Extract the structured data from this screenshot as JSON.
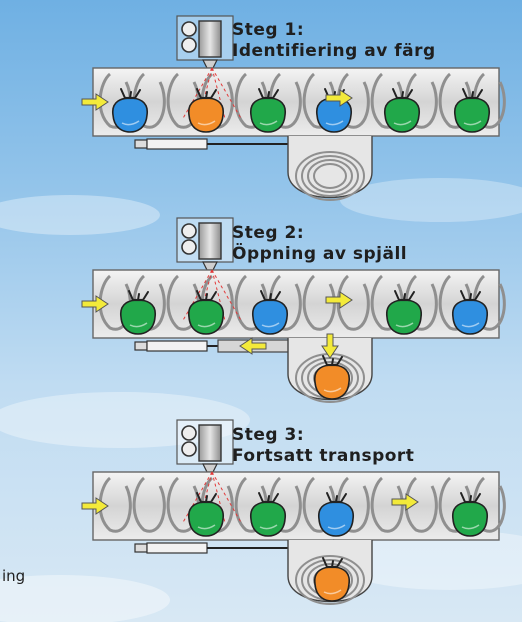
{
  "steps": [
    {
      "heading": "Steg 1:",
      "subtitle": "Identifiering av färg"
    },
    {
      "heading": "Steg 2:",
      "subtitle": "Öppning av spjäll"
    },
    {
      "heading": "Steg 3:",
      "subtitle": "Fortsatt transport"
    }
  ],
  "side_fragment": "ing",
  "colors": {
    "sky_top": "#6fb0e3",
    "conveyor": "#dcdcdc",
    "spiral": "#8f8f8f",
    "bag_blue": "#2f8fe0",
    "bag_green": "#21a84a",
    "bag_orange": "#f28c28",
    "arrow": "#f3ea3a",
    "laser": "#e23a3a"
  },
  "icons": [
    "camera-icon",
    "arrow-right-icon",
    "arrow-down-icon",
    "arrow-left-icon"
  ],
  "stages": [
    {
      "bags": [
        "blue",
        "orange",
        "green",
        "blue",
        "green",
        "green"
      ],
      "scanned_bag": "orange",
      "gate": "closed",
      "bag_in_chute": null
    },
    {
      "bags": [
        "green",
        "green",
        "blue",
        "green",
        "blue"
      ],
      "scanned_bag": "green",
      "gate": "open",
      "bag_in_chute": "orange"
    },
    {
      "bags": [
        "green",
        "green",
        "blue",
        "green"
      ],
      "scanned_bag": "green",
      "gate": "closed",
      "bag_in_chute": "orange"
    }
  ]
}
